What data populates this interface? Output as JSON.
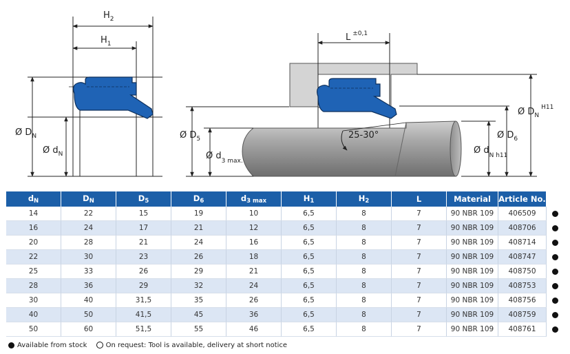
{
  "colors": {
    "header_bg": "#1c5fa8",
    "seal_blue": "#1f63b5",
    "row_alt": "#dce6f4",
    "housing_gray": "#d4d4d4",
    "shaft_gray": "#9a9a9a"
  },
  "drawing": {
    "left": {
      "h2": "H",
      "h2_sub": "2",
      "h1": "H",
      "h1_sub": "1",
      "dn_dia": "Ø D",
      "dn_dia_sub": "N",
      "dn_small": "Ø d",
      "dn_small_sub": "N"
    },
    "right": {
      "l": "L",
      "l_tol": "±0,1",
      "angle": "25-30°",
      "d5": "Ø D",
      "d5_sub": "5",
      "d3": "Ø d",
      "d3_sub": "3 max.",
      "dN_big": "Ø D",
      "dN_big_sub": "N",
      "dN_big_sup": "H11",
      "d6": "Ø D",
      "d6_sub": "6",
      "dNh": "Ø d",
      "dNh_sub": "N h11"
    }
  },
  "table": {
    "headers": [
      {
        "main": "d",
        "sub": "N"
      },
      {
        "main": "D",
        "sub": "N"
      },
      {
        "main": "D",
        "sub": "5"
      },
      {
        "main": "D",
        "sub": "6"
      },
      {
        "main": "d",
        "sub": "3 max"
      },
      {
        "main": "H",
        "sub": "1"
      },
      {
        "main": "H",
        "sub": "2"
      },
      {
        "main": "L",
        "sub": ""
      },
      {
        "main": "Material",
        "sub": ""
      },
      {
        "main": "Article No.",
        "sub": ""
      }
    ],
    "rows": [
      {
        "cells": [
          "14",
          "22",
          "15",
          "19",
          "10",
          "6,5",
          "8",
          "7",
          "90 NBR 109",
          "406509"
        ],
        "status": "stock"
      },
      {
        "cells": [
          "16",
          "24",
          "17",
          "21",
          "12",
          "6,5",
          "8",
          "7",
          "90 NBR 109",
          "408706"
        ],
        "status": "stock"
      },
      {
        "cells": [
          "20",
          "28",
          "21",
          "24",
          "16",
          "6,5",
          "8",
          "7",
          "90 NBR 109",
          "408714"
        ],
        "status": "stock"
      },
      {
        "cells": [
          "22",
          "30",
          "23",
          "26",
          "18",
          "6,5",
          "8",
          "7",
          "90 NBR 109",
          "408747"
        ],
        "status": "stock"
      },
      {
        "cells": [
          "25",
          "33",
          "26",
          "29",
          "21",
          "6,5",
          "8",
          "7",
          "90 NBR 109",
          "408750"
        ],
        "status": "stock"
      },
      {
        "cells": [
          "28",
          "36",
          "29",
          "32",
          "24",
          "6,5",
          "8",
          "7",
          "90 NBR 109",
          "408753"
        ],
        "status": "stock"
      },
      {
        "cells": [
          "30",
          "40",
          "31,5",
          "35",
          "26",
          "6,5",
          "8",
          "7",
          "90 NBR 109",
          "408756"
        ],
        "status": "stock"
      },
      {
        "cells": [
          "40",
          "50",
          "41,5",
          "45",
          "36",
          "6,5",
          "8",
          "7",
          "90 NBR 109",
          "408759"
        ],
        "status": "stock"
      },
      {
        "cells": [
          "50",
          "60",
          "51,5",
          "55",
          "46",
          "6,5",
          "8",
          "7",
          "90 NBR 109",
          "408761"
        ],
        "status": "stock"
      }
    ]
  },
  "legend": {
    "stock_icon": "filled-circle-icon",
    "stock_label": "Available from stock",
    "request_icon": "open-circle-icon",
    "request_label": "On request: Tool is available, delivery at short notice"
  }
}
